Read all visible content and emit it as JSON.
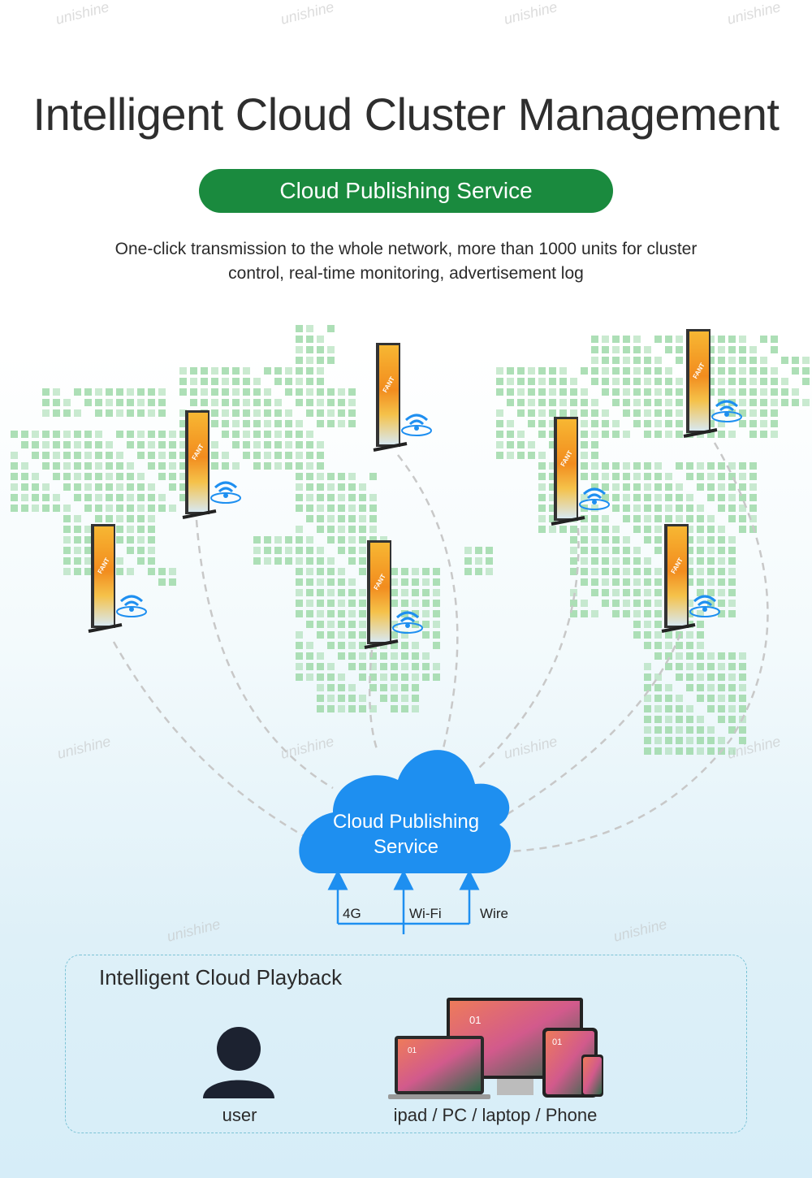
{
  "header": {
    "title": "Intelligent Cloud Cluster Management",
    "service_pill": "Cloud Publishing Service",
    "subtitle_line1": "One-click transmission to the whole network, more than 1000 units for cluster",
    "subtitle_line2": "control, real-time monitoring, advertisement log"
  },
  "cloud": {
    "line1": "Cloud Publishing",
    "line2": "Service"
  },
  "connections": [
    "4G",
    "Wi-Fi",
    "Wire"
  ],
  "playback": {
    "title": "Intelligent Cloud Playback",
    "user_label": "user",
    "devices_label": "ipad / PC / laptop / Phone"
  },
  "watermark": "unishine",
  "kiosk_screen_text": "FANT",
  "device_screen_text": "01",
  "colors": {
    "pill_green": "#1a8a3e",
    "cloud_blue": "#1e8ff0",
    "map_green": "#9fd9a9",
    "arrow_blue": "#1e8ff0",
    "wifi_blue": "#1e8ff0"
  },
  "icons": [
    "digital-poster-kiosk-icon",
    "wifi-signal-icon",
    "user-icon",
    "devices-icon",
    "cloud-icon"
  ]
}
